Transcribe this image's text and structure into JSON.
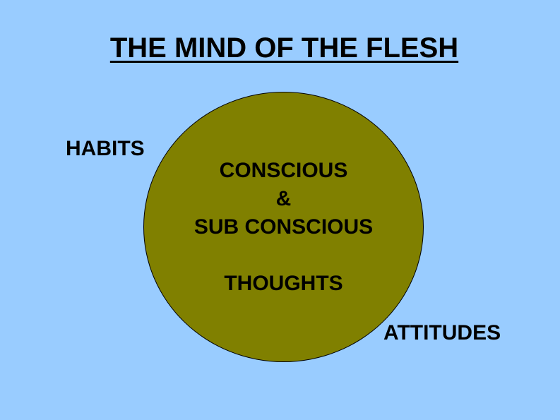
{
  "title": "THE MIND OF THE FLESH",
  "circle": {
    "lines": [
      "CONSCIOUS",
      "&",
      "SUB CONSCIOUS",
      "THOUGHTS"
    ],
    "fill": "#808000"
  },
  "labels": {
    "habits": "HABITS",
    "attitudes": "ATTITUDES"
  },
  "background": "#99CCFF"
}
